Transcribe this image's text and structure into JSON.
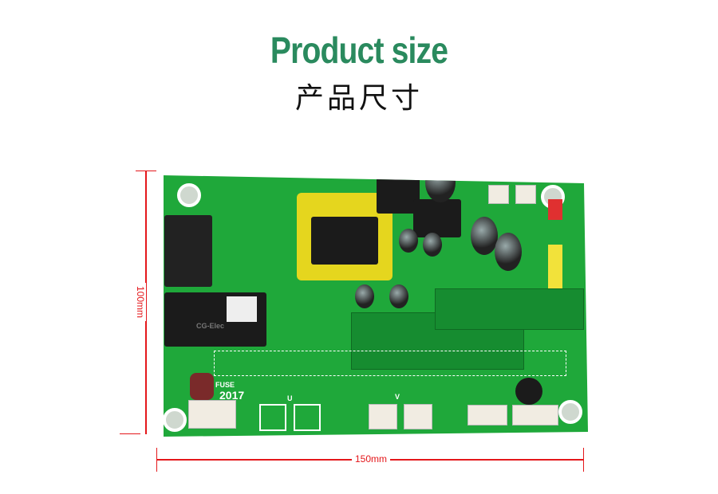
{
  "header": {
    "title": "Product size",
    "subtitle": "产品尺寸"
  },
  "dimensions": {
    "height_label": "100mm",
    "width_label": "150mm"
  },
  "board": {
    "brand": "CG-Elec",
    "year": "2017",
    "fuse_label": "FUSE",
    "phase_u": "U",
    "phase_v": "V"
  },
  "colors": {
    "title": "#2a8a5e",
    "dimension": "#e4171b",
    "pcb": "#1fa83a"
  }
}
